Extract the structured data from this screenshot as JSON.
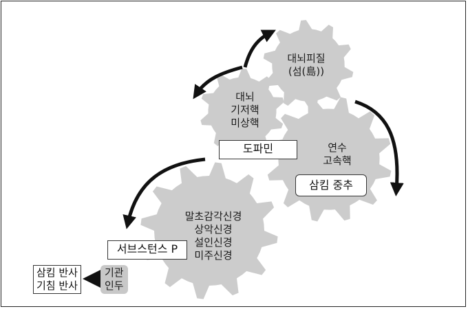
{
  "gears": {
    "cortex": {
      "lines": [
        "대뇌피질",
        "(섬(島))"
      ]
    },
    "basal": {
      "lines": [
        "대뇌",
        "기저핵",
        "미상핵"
      ]
    },
    "medulla": {
      "lines": [
        "연수",
        "고속핵"
      ]
    },
    "peripheral": {
      "lines": [
        "말초감각신경",
        "상악신경",
        "설인신경",
        "미주신경"
      ]
    }
  },
  "boxes": {
    "dopamine": "도파민",
    "swallow_center": "삼킴 중추",
    "substance_p": "서브스턴스 P",
    "pharynx": [
      "기관",
      "인두"
    ],
    "reflex": [
      "삼킴 반사",
      "기침 반사"
    ]
  },
  "colors": {
    "gear_fill": "#cccccc",
    "arrow": "#111111",
    "frame": "#222222"
  }
}
